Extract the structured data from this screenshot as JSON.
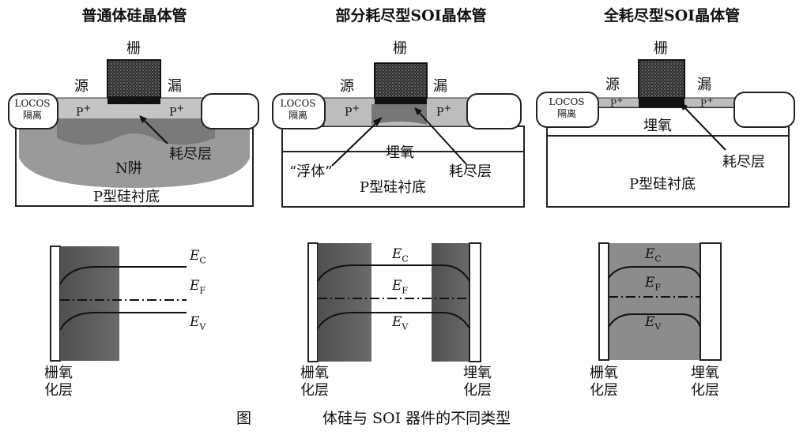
{
  "panels": [
    {
      "title": "普通体硅晶体管",
      "gate": "栅",
      "source": "源",
      "drain": "漏",
      "locos_line1": "LOCOS",
      "locos_line2": "隔离",
      "p_plus": "P",
      "sup": "+",
      "well": "N阱",
      "depletion": "耗尽层",
      "substrate": "P型硅衬底"
    },
    {
      "title": "部分耗尽型SOI晶体管",
      "gate": "栅",
      "source": "源",
      "drain": "漏",
      "locos_line1": "LOCOS",
      "locos_line2": "隔离",
      "p_plus": "P",
      "sup": "+",
      "buried_oxide": "埋氧",
      "floating_body": "“浮体”",
      "depletion": "耗尽层",
      "substrate": "P型硅衬底"
    },
    {
      "title": "全耗尽型SOI晶体管",
      "gate": "栅",
      "source": "源",
      "drain": "漏",
      "locos_line1": "LOCOS",
      "locos_line2": "隔离",
      "p_plus": "P",
      "sup": "+",
      "buried_oxide": "埋氧",
      "depletion": "耗尽层",
      "substrate": "P型硅衬底"
    }
  ],
  "bands": {
    "e": "E",
    "ec_sub": "C",
    "ef_sub": "F",
    "ev_sub": "V"
  },
  "layers": {
    "gate_oxide": "栅氧\n化层",
    "buried_oxide": "埋氧\n化层"
  },
  "caption": {
    "fig": "图",
    "text": "体硅与 SOI 器件的不同类型"
  },
  "colors": {
    "gate_fill": "#3a3a3a",
    "pplus_fill": "#b9b9b9",
    "well_fill": "#8f8f8f",
    "body_fill": "#6a6a6a",
    "band_region": "#5c5c5c"
  }
}
